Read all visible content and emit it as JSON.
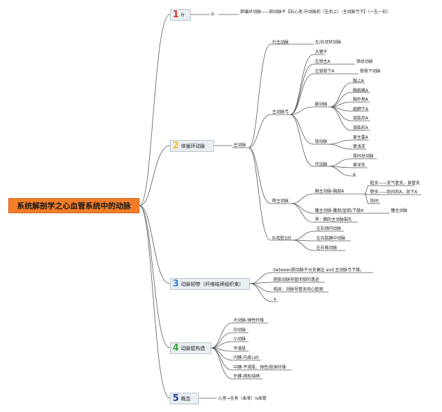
{
  "root": "系统解剖学之心血管系统中的动脉",
  "colors": {
    "root_fill": "#f27d28",
    "line": "#555555",
    "num1": "#d9342b",
    "num2": "#f2c12e",
    "num3": "#3a7fd5",
    "num4": "#3ea63e",
    "num5": "#1f3b8a"
  },
  "s1": {
    "num": "1",
    "label": "fr",
    "child": "fr",
    "desc": "肺循环动脉——肺动脉干【右心室-升动脉前（左后上）-主动脉弓下】（一左一右）"
  },
  "s2": {
    "num": "2",
    "label": "体循环动脉",
    "main": "主动脉",
    "asc": "升主动脉",
    "asc_child": "左/右冠状动脉",
    "arch": "主动脉弓",
    "a1": "头臂干",
    "a2": "左颈主A",
    "a2c": "颈总动脉",
    "a3": "左锁骨下A",
    "a3c": "锁骨下动脉",
    "axil": "腋动脉",
    "axil_items": [
      "胸上A",
      "胸肩峰A",
      "胸外侧A",
      "肩胛下A",
      "旋肱后A",
      "旋肱前A"
    ],
    "radial": "桡动脉",
    "radial_items": [
      "掌主要A",
      "掌浅支"
    ],
    "ulnar": "尺动脉",
    "ulnar_items": [
      "骨间总动脉",
      "掌深支"
    ],
    "a_mark": "a",
    "desc": "降主动脉",
    "thor": "胸主动脉-胸部A",
    "thor_items": [
      "脏支——支气管支，食管支",
      "壁支——肋间后A，肋下A",
      "肋间"
    ],
    "abd": "腹主动脉-腹部/盆部/下肢A",
    "abd_c": "腹主动脉",
    "bound": "界：膈的主动脉裂孔",
    "x3": "Ih弯腔3对",
    "x3_items": [
      "左右颈内动脉",
      "左右肱膜中动脉",
      "左右椎动脉"
    ]
  },
  "s3": {
    "num": "3",
    "label": "动脉韧带（纤维结缔组织束）",
    "items": [
      "between肺动脉干分支偏左 and 主动脉弓下缘。",
      "胚胎动脉导管闭锁的遗迹",
      "临床：动脉导管未闭心脏病",
      "a"
    ]
  },
  "s4": {
    "num": "4",
    "label": "动脉壁构造",
    "items": [
      "大动脉-弹性纤维",
      "中动脉",
      "小动脉",
      "平滑肌",
      "内膜-内皮cell",
      "中膜-平滑肌、弹性/胶原纤维",
      "外膜-疏松结缔"
    ]
  },
  "s5": {
    "num": "5",
    "label": "概念",
    "desc": "心室→全身（血液）is血管"
  }
}
